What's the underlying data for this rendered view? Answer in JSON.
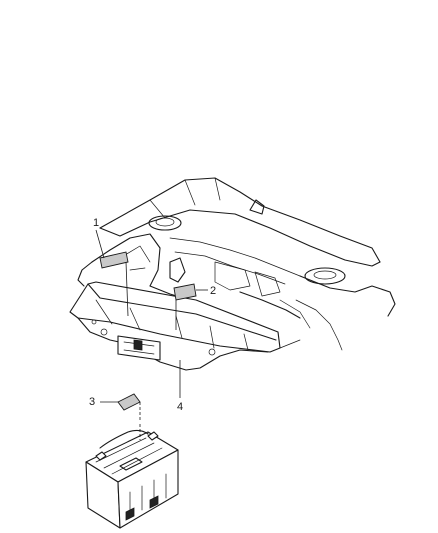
{
  "callouts": [
    {
      "id": "1",
      "text": "1"
    },
    {
      "id": "2",
      "text": "2"
    },
    {
      "id": "3",
      "text": "3"
    },
    {
      "id": "4",
      "text": "4"
    }
  ],
  "colors": {
    "ink": "#1a1a1a",
    "label_fill": "#c9c9c9",
    "background": "#ffffff"
  }
}
